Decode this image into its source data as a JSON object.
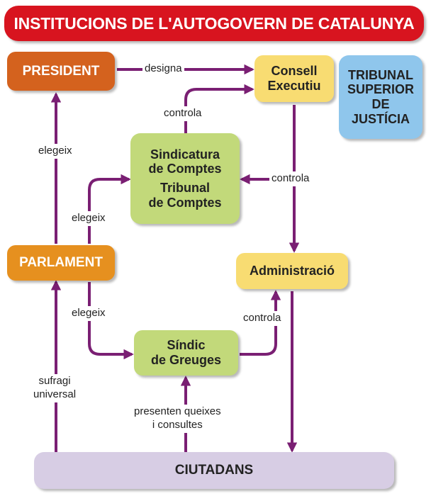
{
  "title": "INSTITUCIONS DE L'AUTOGOVERN DE CATALUNYA",
  "colors": {
    "title_bg": "#d8141f",
    "president": "#d4621e",
    "parlament": "#e6901f",
    "consell": "#f8dc72",
    "administracio": "#f8dc72",
    "sindicatura": "#c2d97a",
    "sindic": "#c2d97a",
    "tribunal_superior": "#8fc6ec",
    "ciutadans": "#d7cde4",
    "arrow": "#7a1f73"
  },
  "nodes": {
    "president": "PRESIDENT",
    "parlament": "PARLAMENT",
    "consell": [
      "Consell",
      "Executiu"
    ],
    "tribunal_superior": [
      "TRIBUNAL",
      "SUPERIOR",
      "DE",
      "JUSTÍCIA"
    ],
    "sindicatura": [
      "Sindicatura",
      "de Comptes"
    ],
    "tribunal_comptes": [
      "Tribunal",
      "de Comptes"
    ],
    "administracio": "Administració",
    "sindic": [
      "Síndic",
      "de Greuges"
    ],
    "ciutadans": "CIUTADANS"
  },
  "edges": {
    "designa": "designa",
    "controla_consell": "controla",
    "controla_sindicatura": "controla",
    "controla_administracio": "controla",
    "elegeix_president": "elegeix",
    "elegeix_sindicatura": "elegeix",
    "elegeix_sindic": "elegeix",
    "sufragi": [
      "sufragi",
      "universal"
    ],
    "queixes": [
      "presenten queixes",
      "i consultes"
    ]
  }
}
